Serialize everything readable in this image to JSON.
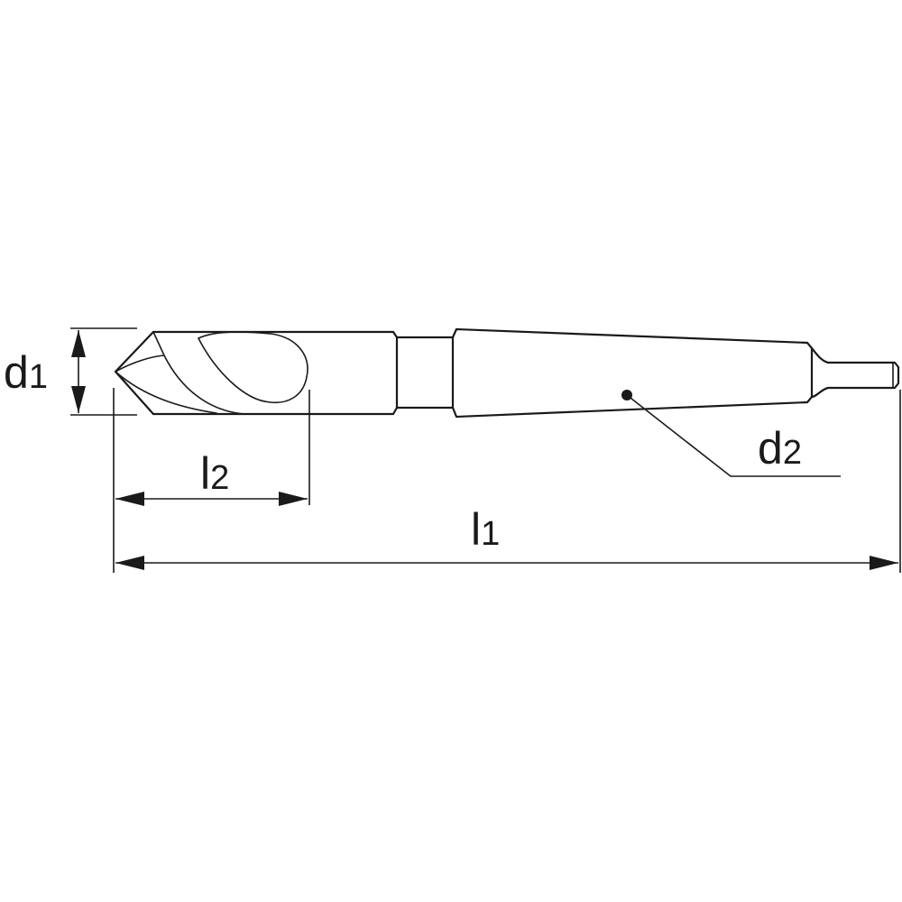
{
  "labels": {
    "d1": {
      "main": "d",
      "sub": "1"
    },
    "d2": {
      "main": "d",
      "sub": "2"
    },
    "l1": {
      "main": "l",
      "sub": "1"
    },
    "l2": {
      "main": "l",
      "sub": "2"
    }
  }
}
